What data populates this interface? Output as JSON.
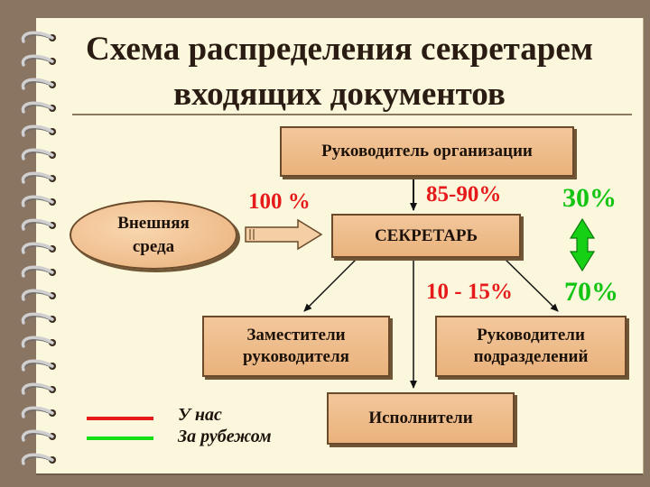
{
  "title": {
    "line1": "Схема распределения секретарем",
    "line2": "входящих документов"
  },
  "nodes": {
    "head": "Руководитель организации",
    "secretary": "СЕКРЕТАРЬ",
    "external_line1": "Внешняя",
    "external_line2": "среда",
    "deputies_line1": "Заместители",
    "deputies_line2": "руководителя",
    "dept_heads_line1": "Руководители",
    "dept_heads_line2": "подразделений",
    "executors": "Исполнители"
  },
  "labels": {
    "incoming": "100 %",
    "to_head": "85-90%",
    "to_others": "10 - 15%",
    "abroad_top": "30%",
    "abroad_bottom": "70%"
  },
  "legend": [
    {
      "text": "У нас",
      "color": "#e61a1a"
    },
    {
      "text": "За рубежом",
      "color": "#13e013"
    }
  ],
  "colors": {
    "box_fill": "#eeb985",
    "red": "#e61a1a",
    "green": "#13c413",
    "paper": "#fbf7dc"
  }
}
